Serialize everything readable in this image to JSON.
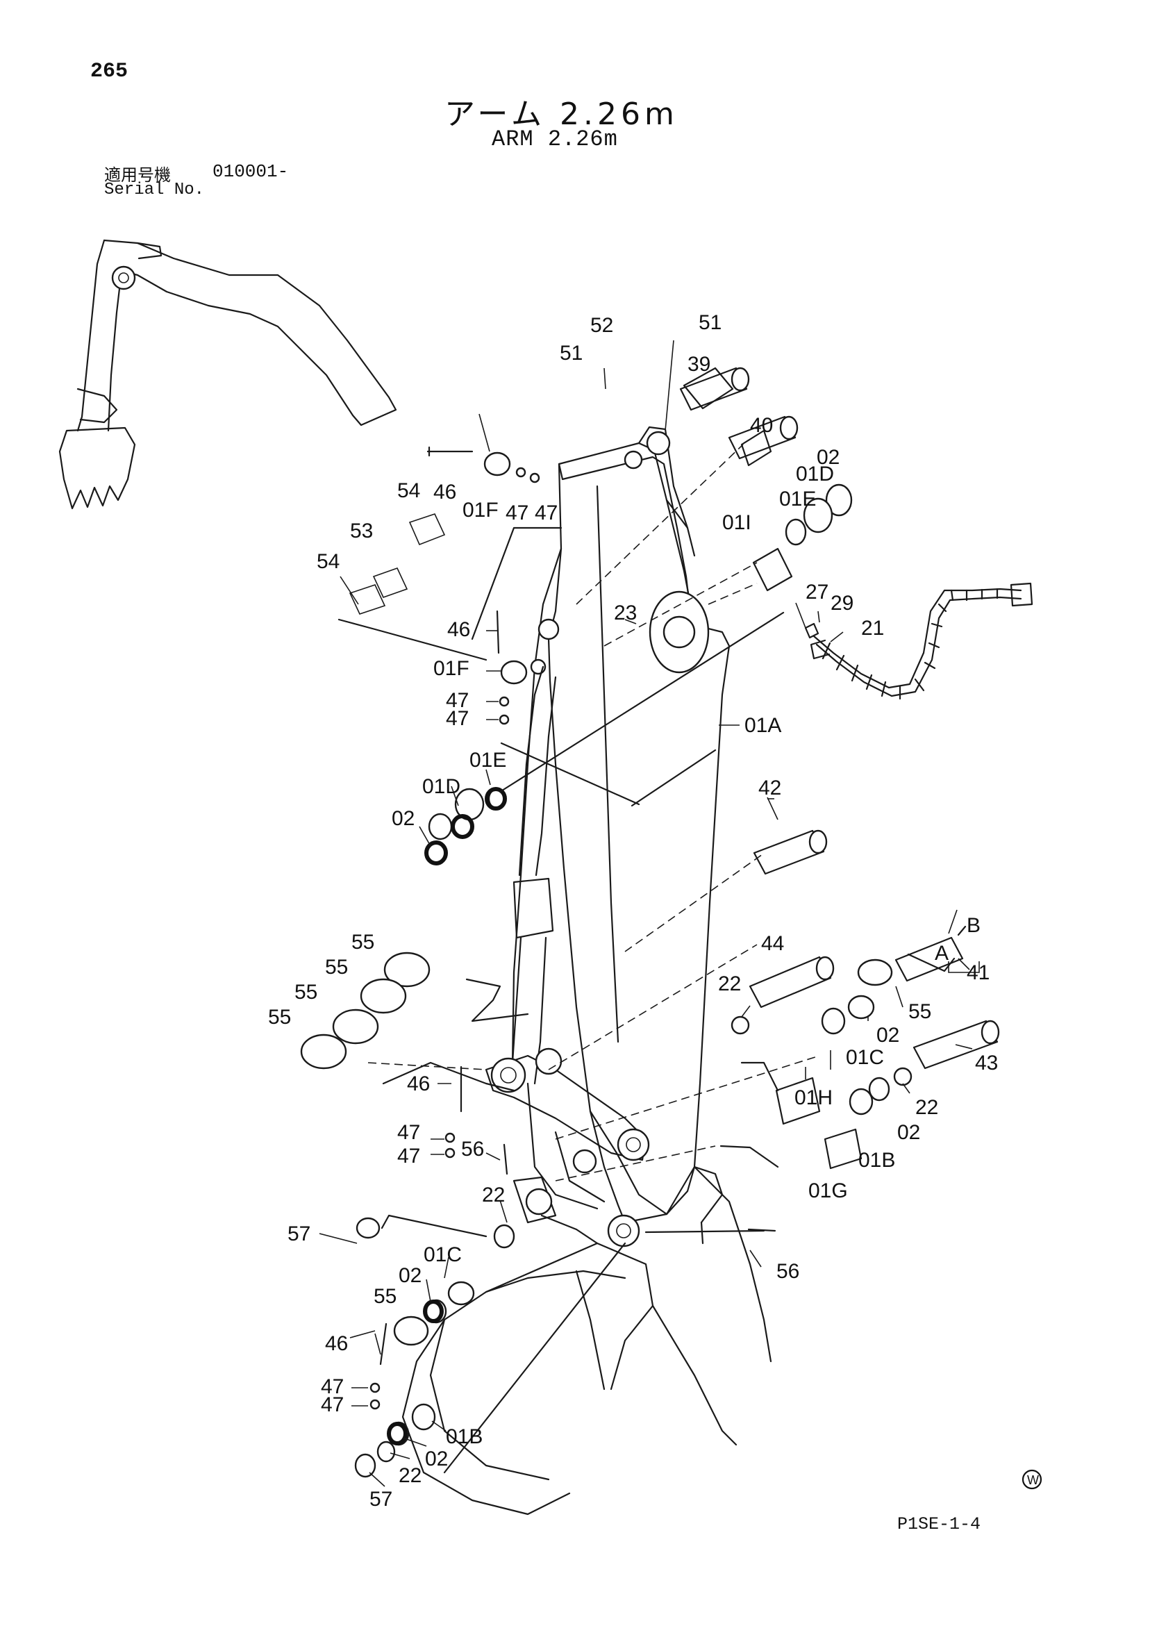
{
  "header": {
    "page_number": "265",
    "title_ja": "アーム 2.26m",
    "title_en": "ARM 2.26m",
    "serial_label_ja": "適用号機",
    "serial_code": "010001-",
    "serial_label_en": "Serial No."
  },
  "footer": {
    "watermark_letter": "W",
    "drawing_code": "P1SE-1-4"
  },
  "callouts": [
    "51",
    "52",
    "51",
    "39",
    "40",
    "01D",
    "02",
    "01E",
    "01I",
    "46",
    "01F",
    "47",
    "47",
    "54",
    "53",
    "54",
    "23",
    "27",
    "29",
    "21",
    "46",
    "01F",
    "47",
    "47",
    "01A",
    "01E",
    "01D",
    "02",
    "42",
    "B",
    "A",
    "41",
    "55",
    "55",
    "55",
    "55",
    "44",
    "22",
    "55",
    "02",
    "01C",
    "43",
    "46",
    "01H",
    "22",
    "02",
    "47",
    "47",
    "56",
    "01B",
    "01G",
    "22",
    "57",
    "56",
    "01C",
    "02",
    "55",
    "46",
    "47",
    "47",
    "01B",
    "02",
    "22",
    "57"
  ]
}
